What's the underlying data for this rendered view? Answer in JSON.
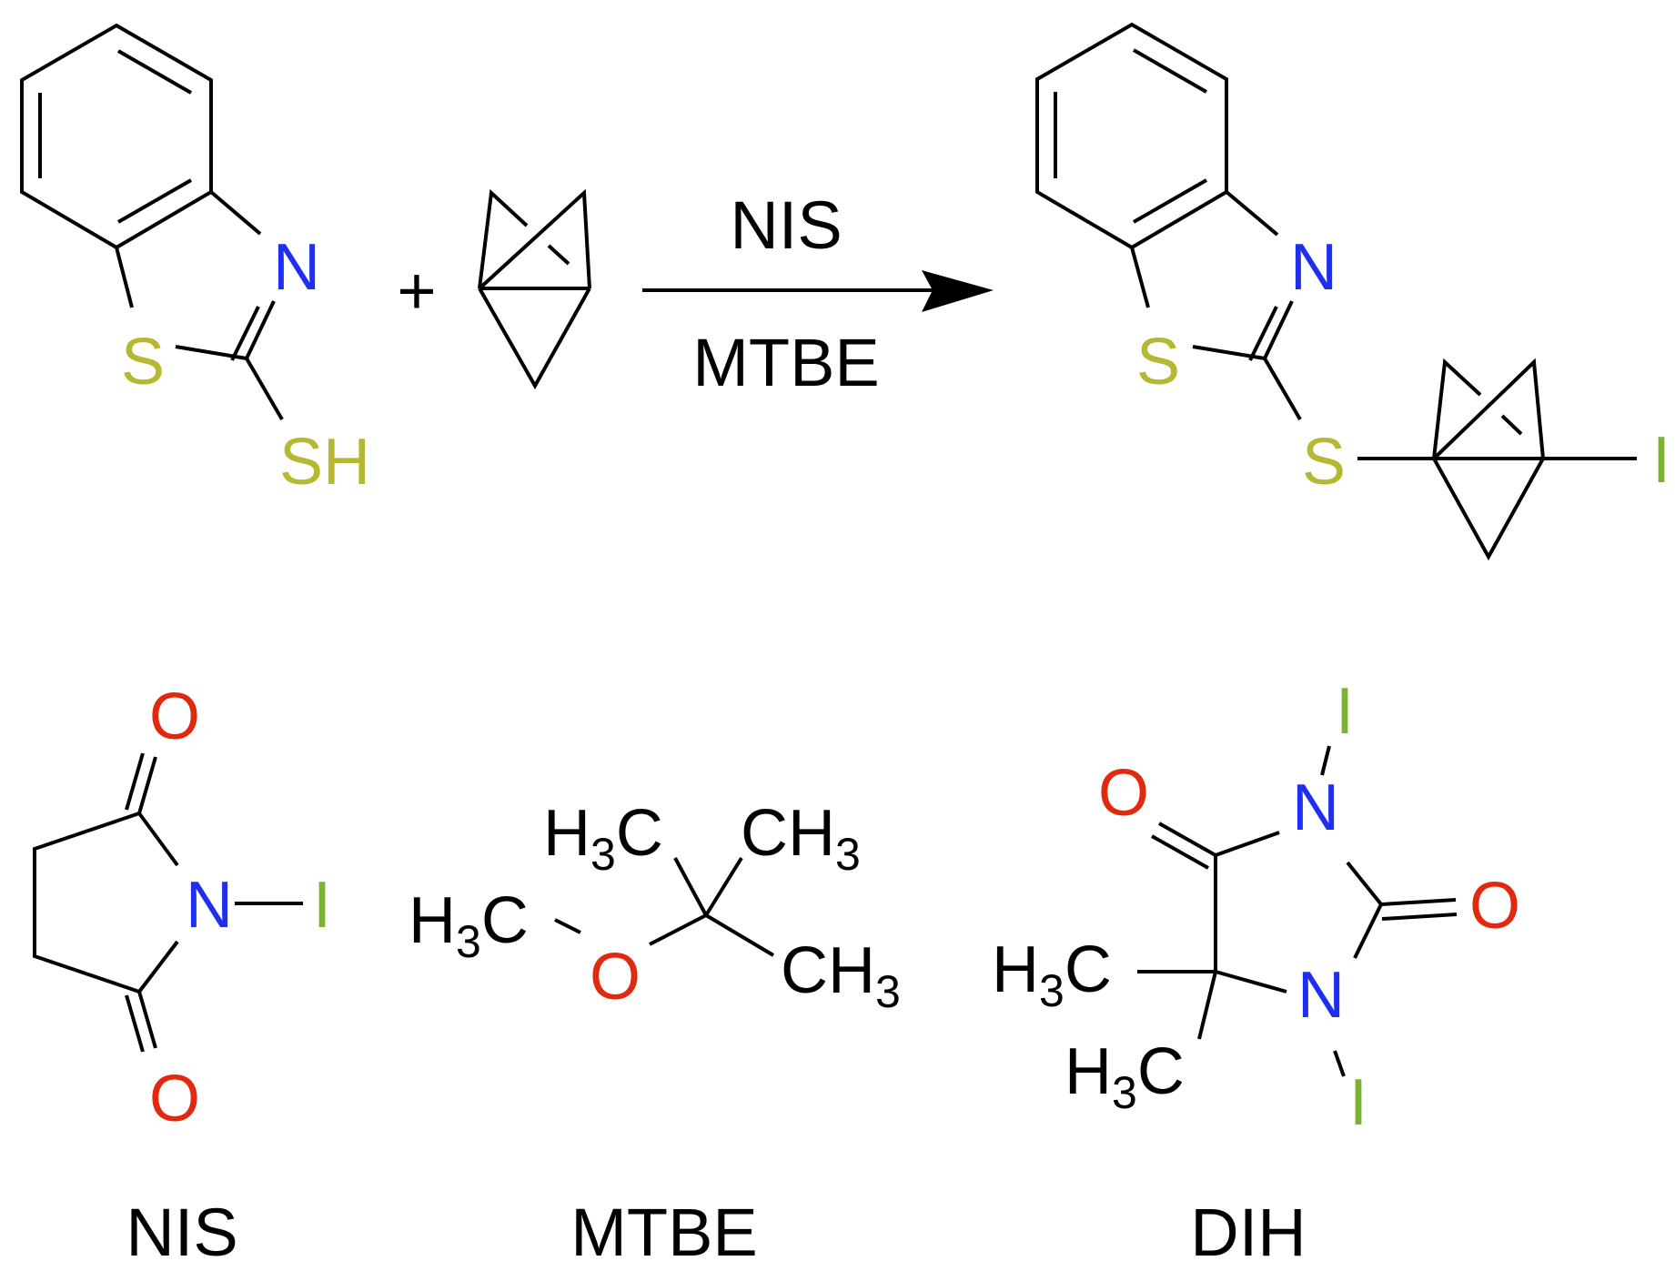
{
  "colors": {
    "bond": "#000000",
    "S": "#b5b830",
    "N": "#1f2ff0",
    "O": "#e0290f",
    "I": "#7ab330",
    "C": "#000000"
  },
  "reaction": {
    "plus": "+",
    "reagent_above": "NIS",
    "solvent_below": "MTBE"
  },
  "reactant_thiol": {
    "N": "N",
    "S_ring": "S",
    "SH": "SH"
  },
  "product": {
    "N": "N",
    "S_ring": "S",
    "S_link": "S",
    "I": "I"
  },
  "nis": {
    "O_top": "O",
    "O_bottom": "O",
    "N": "N",
    "I": "I",
    "caption": "NIS"
  },
  "mtbe": {
    "groups": {
      "h3c_top": {
        "a": "H",
        "n": "3",
        "b": "C"
      },
      "ch3_top": {
        "a": "CH",
        "n": "3"
      },
      "h3c_left": {
        "a": "H",
        "n": "3",
        "b": "C"
      },
      "ch3_right": {
        "a": "CH",
        "n": "3"
      }
    },
    "O": "O",
    "caption": "MTBE"
  },
  "dih": {
    "I_top": "I",
    "I_bottom": "I",
    "N_top": "N",
    "N_bottom": "N",
    "O_left": "O",
    "O_right": "O",
    "groups": {
      "h3c_mid": {
        "a": "H",
        "n": "3",
        "b": "C"
      },
      "h3c_low": {
        "a": "H",
        "n": "3",
        "b": "C"
      }
    },
    "caption": "DIH"
  }
}
